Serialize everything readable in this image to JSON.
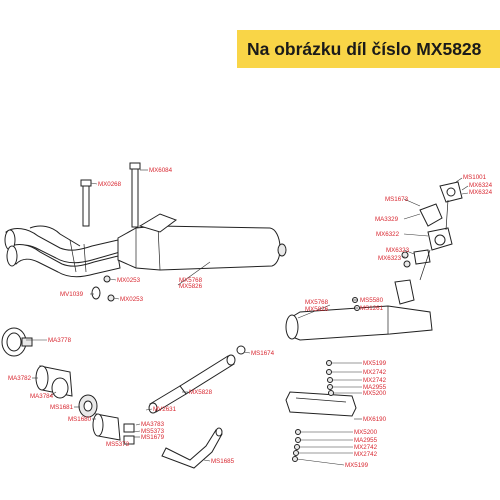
{
  "banner": {
    "title": "Na obrázku díl číslo MX5828"
  },
  "labels": {
    "mx6084": "MX6084",
    "mx0268": "MX0268",
    "mx0253_a": "MX0253",
    "mx0253_b": "MX0253",
    "mv1039": "MV1039",
    "mx5768_a": "MX5768",
    "mx5826_a": "MX5826",
    "ms1001": "MS1001",
    "mx6324_a": "MX6324",
    "mx6324_b": "MX6324",
    "ms1673": "MS1673",
    "ma3329": "MA3329",
    "mx6322": "MX6322",
    "mx6323_a": "MX6323",
    "mx6323_b": "MX6323",
    "mx5768_b": "MX5768",
    "mx5826_b": "MX5826",
    "ms5580": "MS5580",
    "ms1261": "MS1261",
    "ma3778": "MA3778",
    "ms1674": "MS1674",
    "ma3782": "MA3782",
    "ma3784": "MA3784",
    "mx5828": "MX5828",
    "ms1681": "MS1681",
    "mv2631": "MV2631",
    "ms1680": "MS1680",
    "ma3783": "MA3783",
    "ms5373_a": "MS5373",
    "ms1679": "MS1679",
    "ms5373_b": "MS5373",
    "ms1685": "MS1685",
    "mx5199_a": "MX5199",
    "mx2742_a": "MX2742",
    "mx2742_b": "MX2742",
    "ma2955_a": "MA2955",
    "mx5200_a": "MX5200",
    "mx6190": "MX6190",
    "mx5200_b": "MX5200",
    "ma2955_b": "MA2955",
    "mx2742_c": "MX2742",
    "mx2742_d": "MX2742",
    "mx5199_b": "MX5199"
  }
}
